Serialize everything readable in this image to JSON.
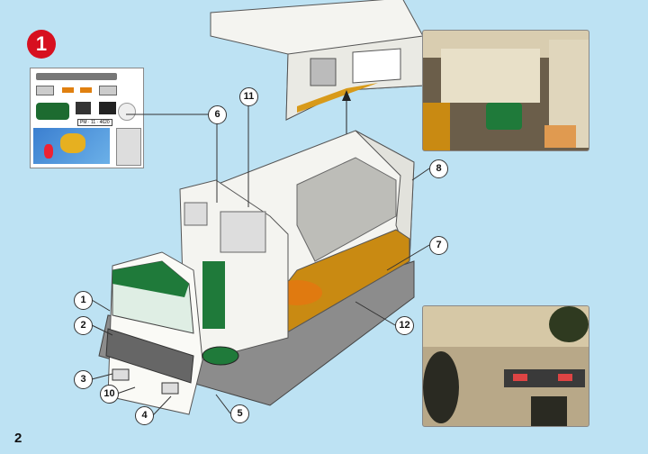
{
  "step_number": "1",
  "page_number": "2",
  "sticker_sheet": {
    "plate_text": "PM · 11 · 4620"
  },
  "callouts": [
    "1",
    "2",
    "3",
    "4",
    "5",
    "6",
    "7",
    "8",
    "10",
    "11",
    "12"
  ],
  "colors": {
    "background": "#bde2f3",
    "step_badge": "#d7101f",
    "truck_white": "#f4f4f0",
    "truck_green": "#1f7a3a",
    "chassis_gray": "#8c8c8c"
  }
}
